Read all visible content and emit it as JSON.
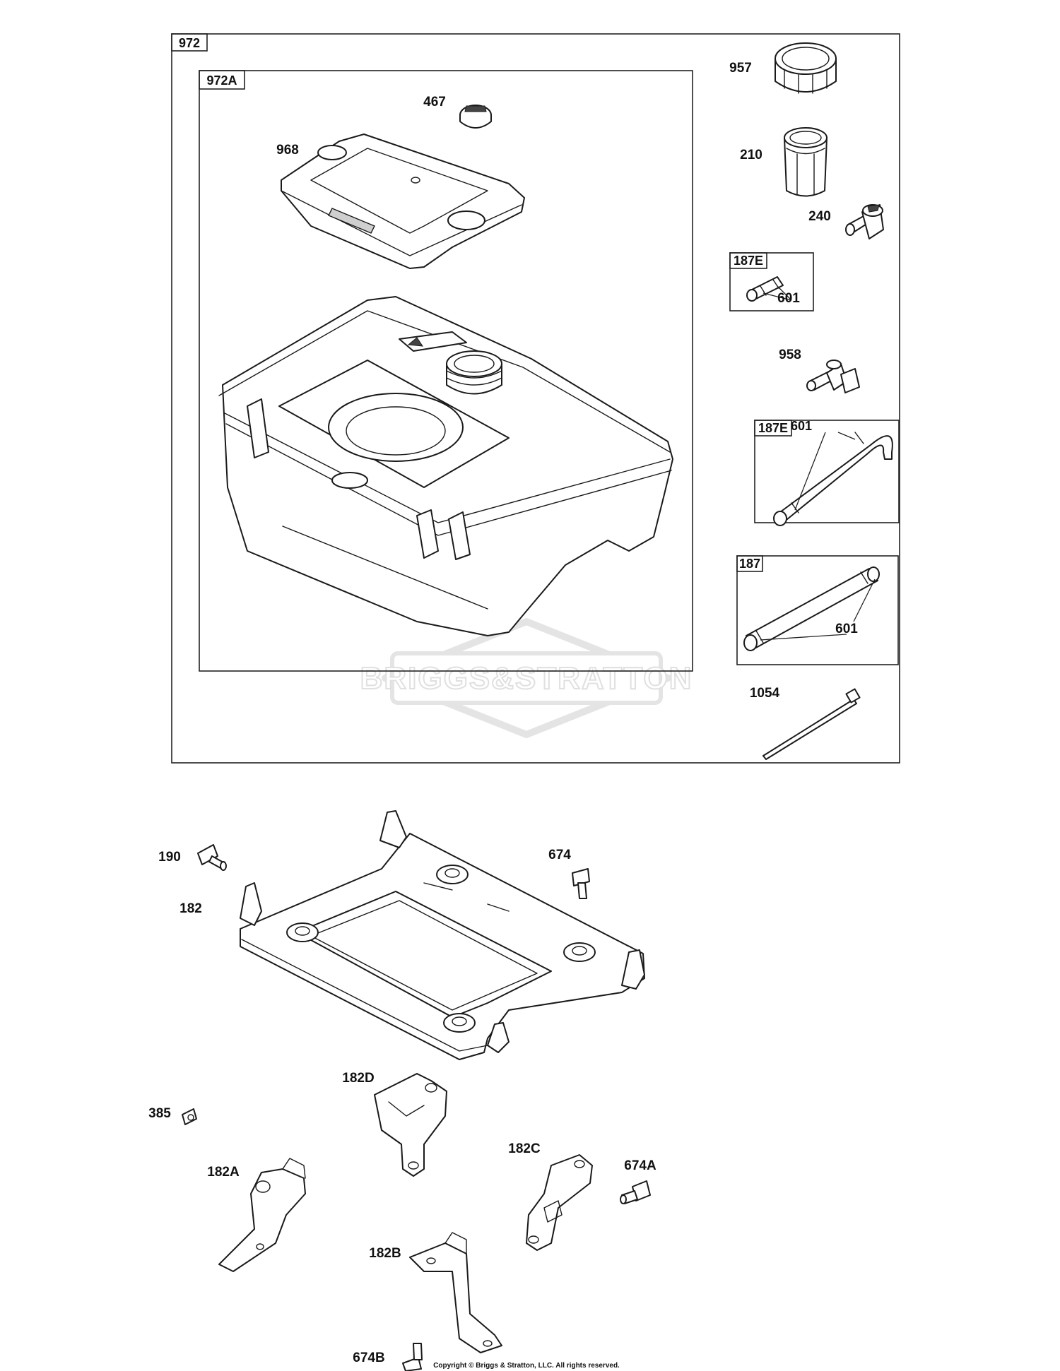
{
  "frames": {
    "fuel_tank_assembly": "972",
    "fuel_tank": "972A",
    "fuel_line_kit_upper": "187E",
    "fuel_line_kit_lower": "187E",
    "fuel_line": "187"
  },
  "callouts": {
    "p467": "467",
    "p968": "968",
    "p957": "957",
    "p210": "210",
    "p240": "240",
    "p601_a": "601",
    "p958": "958",
    "p601_b": "601",
    "p601_c": "601",
    "p1054": "1054",
    "p190": "190",
    "p182": "182",
    "p674": "674",
    "p182d": "182D",
    "p385": "385",
    "p182c": "182C",
    "p674a": "674A",
    "p182a": "182A",
    "p182b": "182B",
    "p674b": "674B"
  },
  "watermark": "BRIGGS&STRATTON",
  "copyright": "Copyright © Briggs & Stratton, LLC. All rights reserved."
}
